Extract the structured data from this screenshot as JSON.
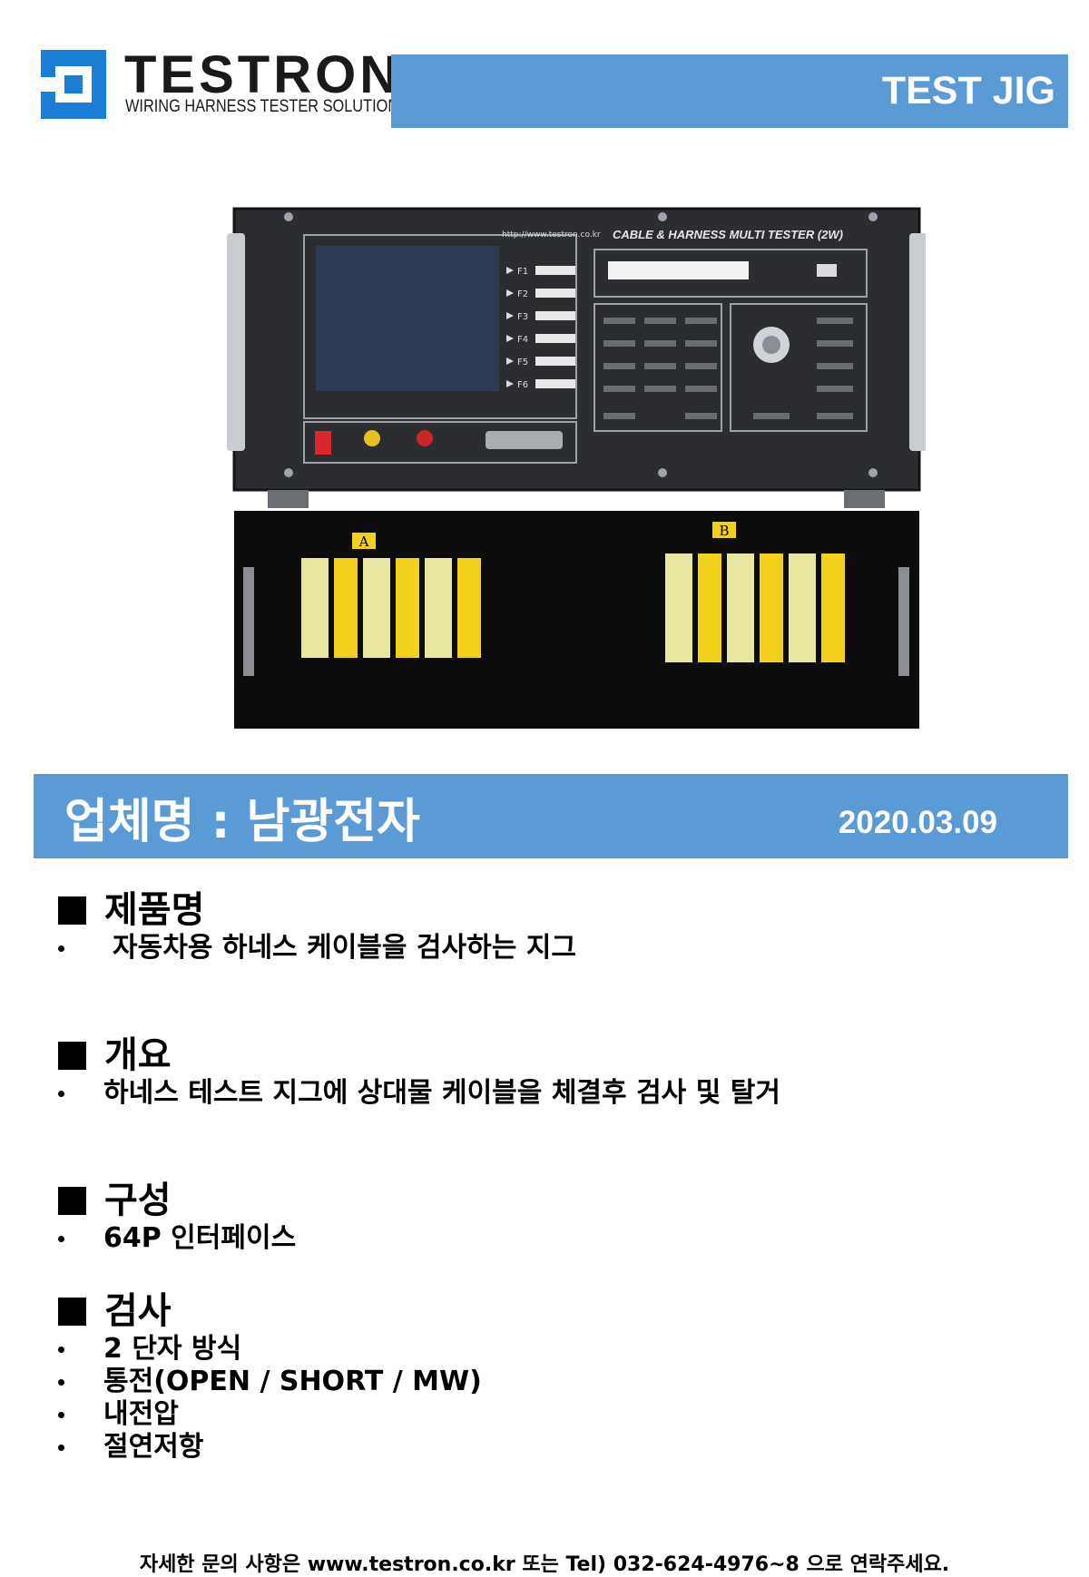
{
  "header": {
    "brand": "TESTRON",
    "tagline": "WIRING HARNESS TESTER SOLUTIONS",
    "title": "TEST JIG",
    "bar_color": "#5b9bd5"
  },
  "photo": {
    "url": "http://www.testron.co.kr",
    "panel_title": "CABLE & HARNESS MULTI TESTER (2W)",
    "fkeys": [
      "F1",
      "F2",
      "F3",
      "F4",
      "F5",
      "F6"
    ],
    "connector_a": "A",
    "connector_b": "B"
  },
  "company": {
    "name": "업체명 : 남광전자",
    "date": "2020.03.09"
  },
  "sections": [
    {
      "title": "제품명",
      "items": [
        "자동차용 하네스 케이블을 검사하는 지그"
      ]
    },
    {
      "title": "개요",
      "items": [
        "하네스 테스트 지그에 상대물 케이블을 체결후 검사 및 탈거"
      ]
    },
    {
      "title": "구성",
      "items": [
        "64P 인터페이스"
      ]
    },
    {
      "title": "검사",
      "items": [
        "2 단자 방식",
        "통전(OPEN / SHORT / MW)",
        "내전압",
        "절연저항"
      ]
    }
  ],
  "footer": "자세한 문의 사항은 www.testron.co.kr 또는 Tel) 032-624-4976~8 으로 연락주세요."
}
